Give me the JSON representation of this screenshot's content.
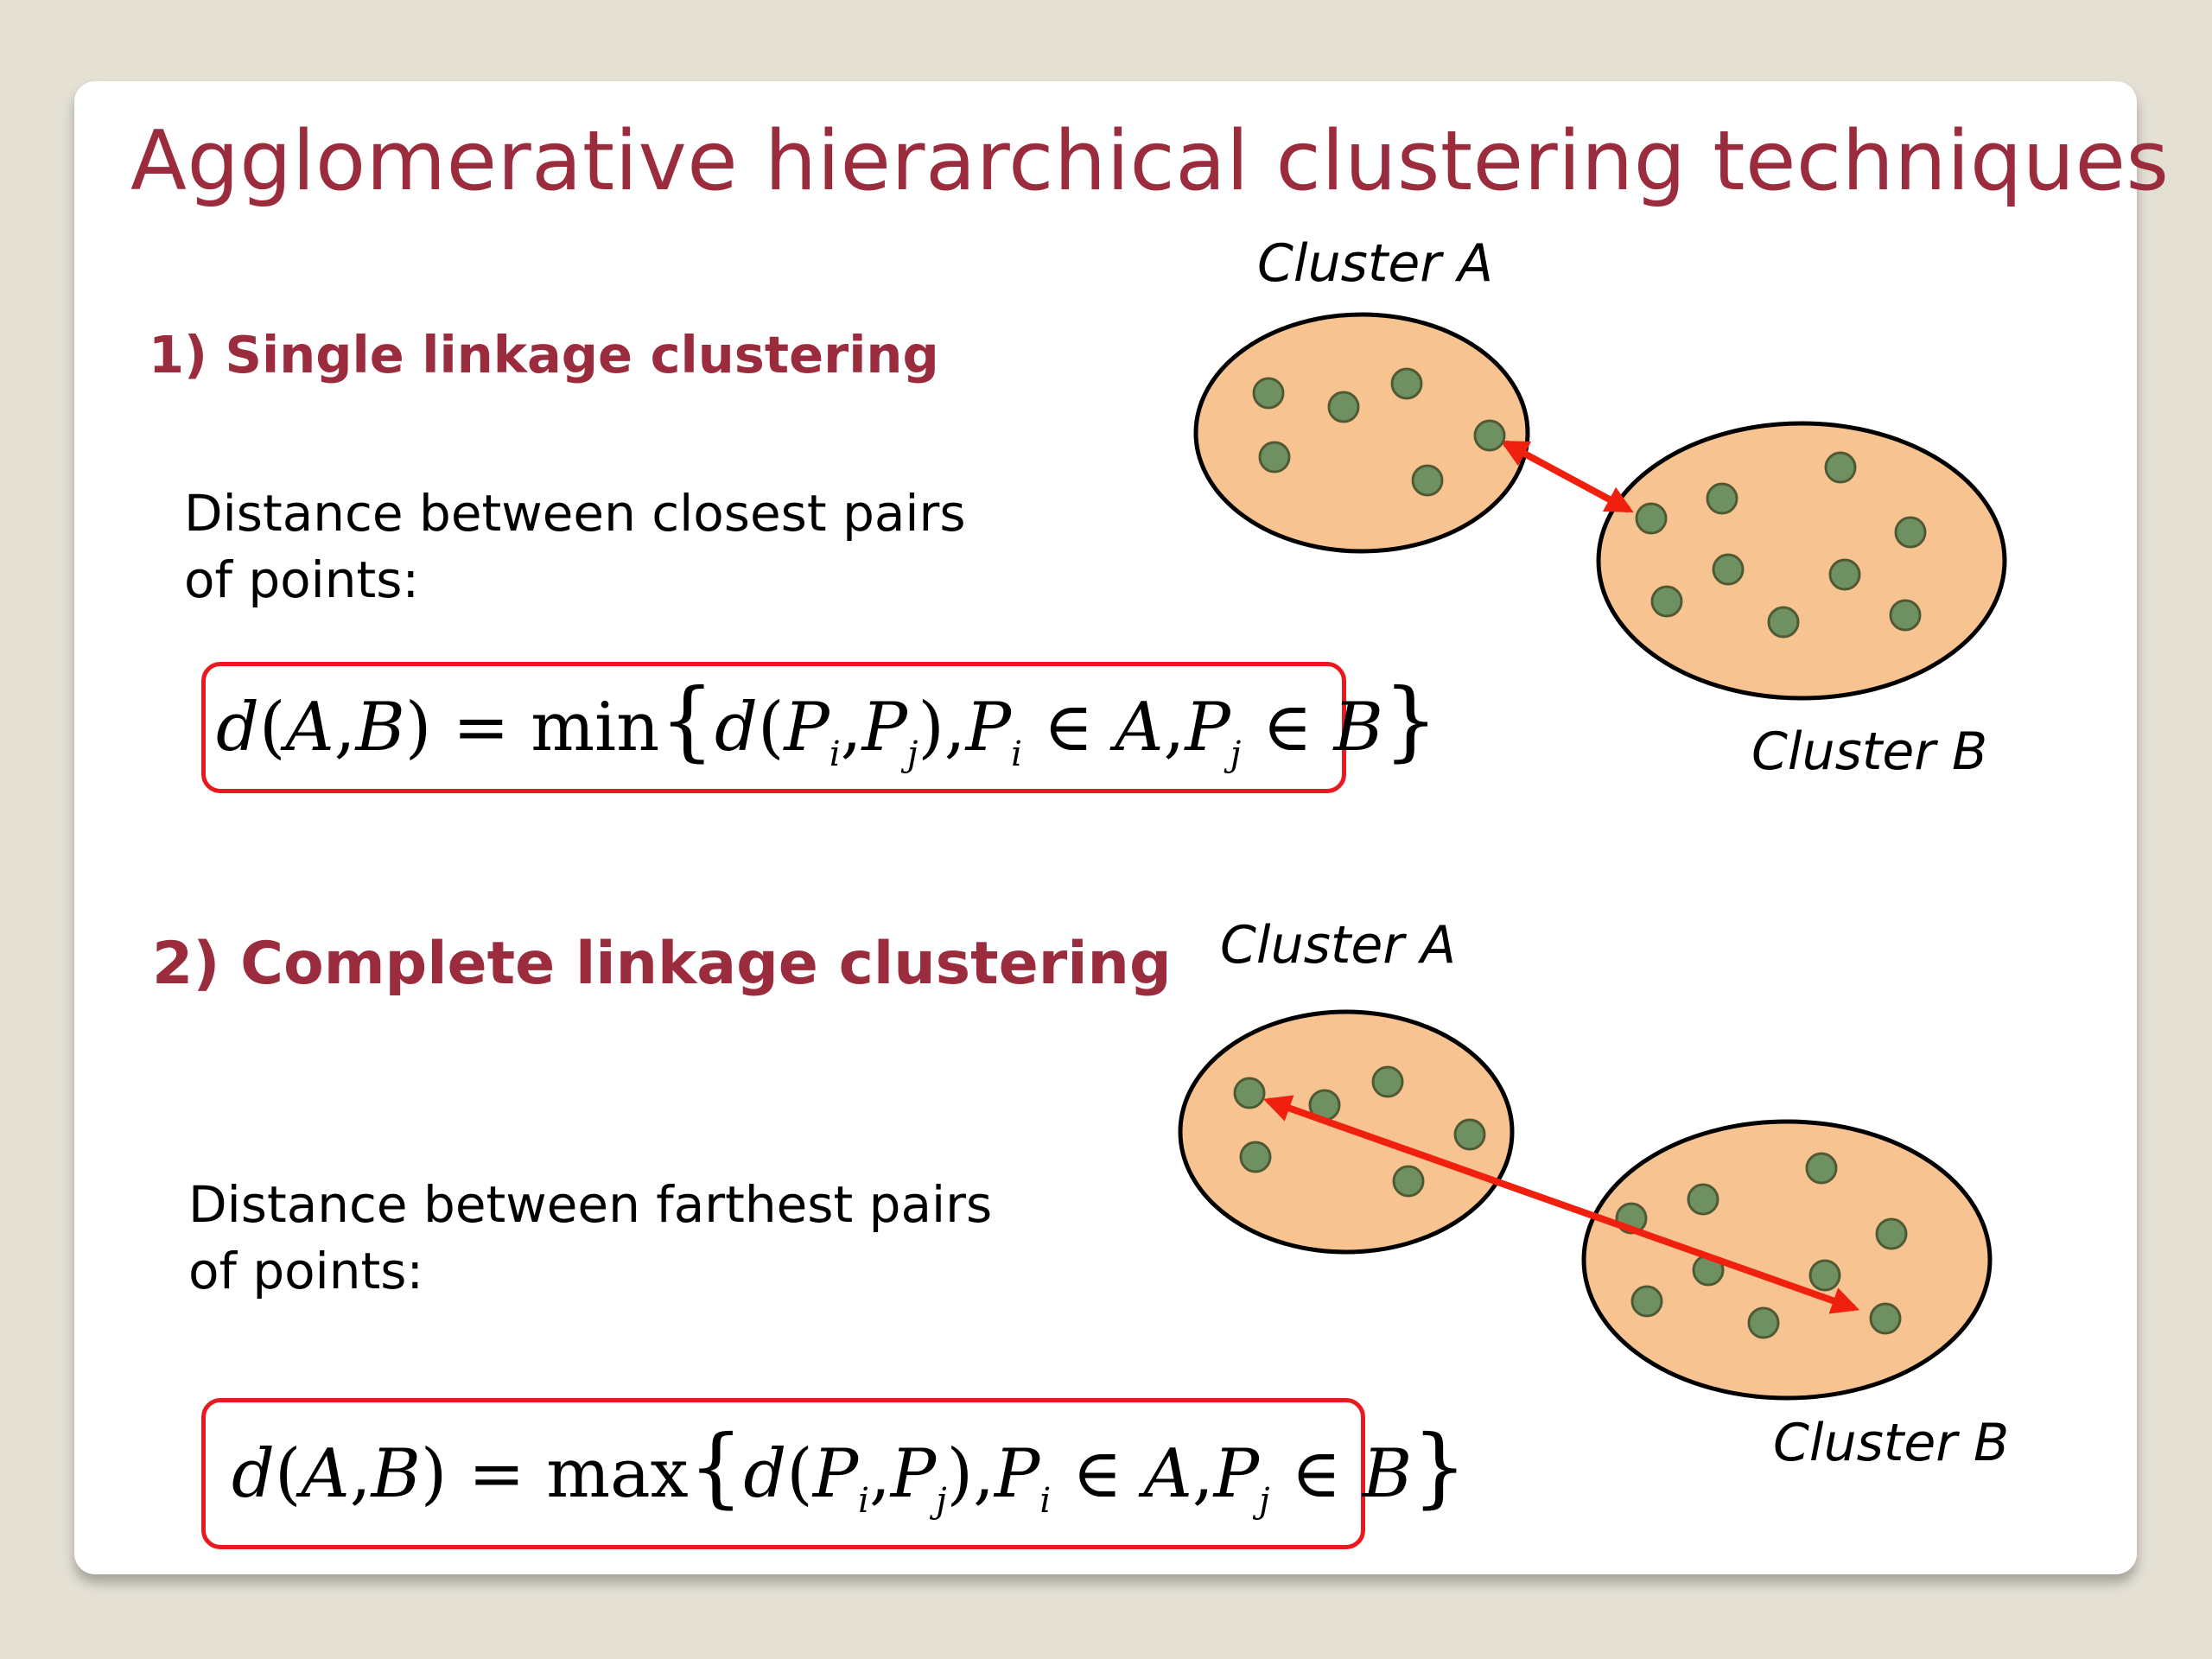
{
  "title": "Agglomerative hierarchical clustering techniques",
  "section1": {
    "heading": "1) Single linkage clustering",
    "description_line1": "Distance between closest pairs",
    "description_line2": "of points:",
    "formula": {
      "lhs": "d(A,B) = min",
      "func": "min"
    },
    "cluster_a_label": "Cluster A",
    "cluster_b_label": "Cluster B"
  },
  "section2": {
    "heading_part1": "2) Complete",
    "heading_part2": "linkage clustering",
    "description_line1": "Distance between farthest pairs",
    "description_line2": "of points:",
    "formula": {
      "func": "max"
    },
    "cluster_a_label": "Cluster A",
    "cluster_b_label": "Cluster B"
  },
  "colors": {
    "title": "#9b2c3e",
    "cluster_fill": "#f7c491",
    "point_fill": "#6f9060",
    "arrow": "#f0200f",
    "formula_border": "#e8191f"
  }
}
